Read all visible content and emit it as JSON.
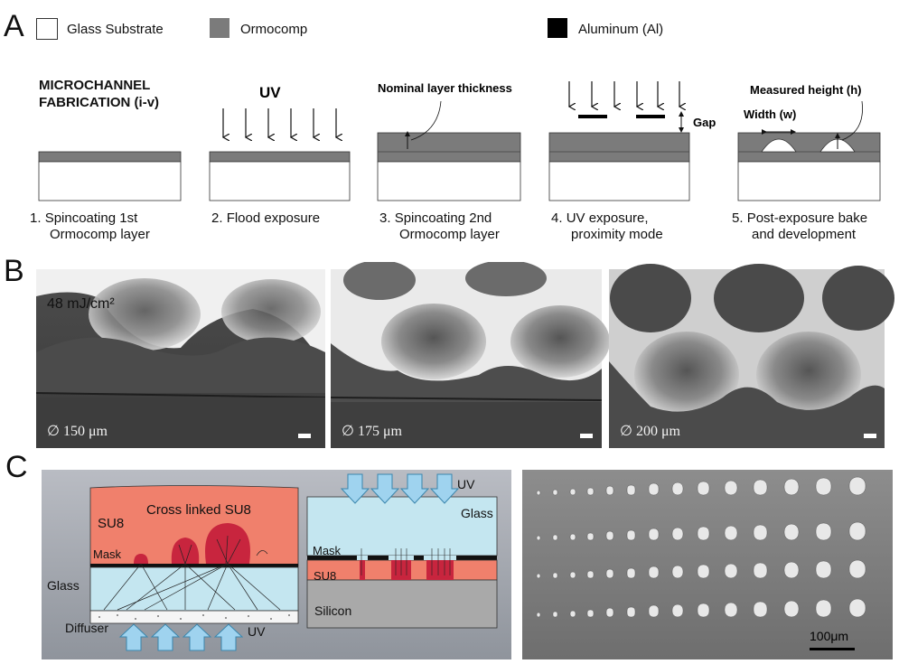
{
  "panels": {
    "a": {
      "letter": "A",
      "legend": [
        {
          "label": "Glass Substrate",
          "color": "#ffffff"
        },
        {
          "label": "Ormocomp",
          "color": "#7b7b7b"
        },
        {
          "label": "Aluminum (Al)",
          "color": "#000000"
        }
      ],
      "title_line1": "MICROCHANNEL",
      "title_line2": "FABRICATION (i-v)",
      "uv_label": "UV",
      "nominal_label": "Nominal layer thickness",
      "gap_label": "Gap",
      "measured_label": "Measured height (h)",
      "width_label": "Width (w)",
      "steps": [
        {
          "number": "1.",
          "line1": "Spincoating 1st",
          "line2": "Ormocomp layer"
        },
        {
          "number": "2.",
          "line1": "Flood exposure",
          "line2": ""
        },
        {
          "number": "3.",
          "line1": "Spincoating 2nd",
          "line2": "Ormocomp layer"
        },
        {
          "number": "4.",
          "line1": "UV exposure,",
          "line2": "proximity mode"
        },
        {
          "number": "5.",
          "line1": "Post-exposure bake",
          "line2": "and development"
        }
      ]
    },
    "b": {
      "letter": "B",
      "dose_label": "48 mJ/cm²",
      "images": [
        {
          "diameter": "∅ 150 μm"
        },
        {
          "diameter": "∅ 175 μm"
        },
        {
          "diameter": "∅ 200 μm"
        }
      ]
    },
    "c": {
      "letter": "C",
      "left": {
        "su8": "SU8",
        "cross_linked": "Cross linked SU8",
        "mask": "Mask",
        "glass": "Glass",
        "diffuser": "Diffuser",
        "uv": "UV"
      },
      "middle": {
        "uv": "UV",
        "glass": "Glass",
        "mask": "Mask",
        "su8": "SU8",
        "silicon": "Silicon"
      },
      "right": {
        "scale_bar": "100μm"
      }
    }
  }
}
